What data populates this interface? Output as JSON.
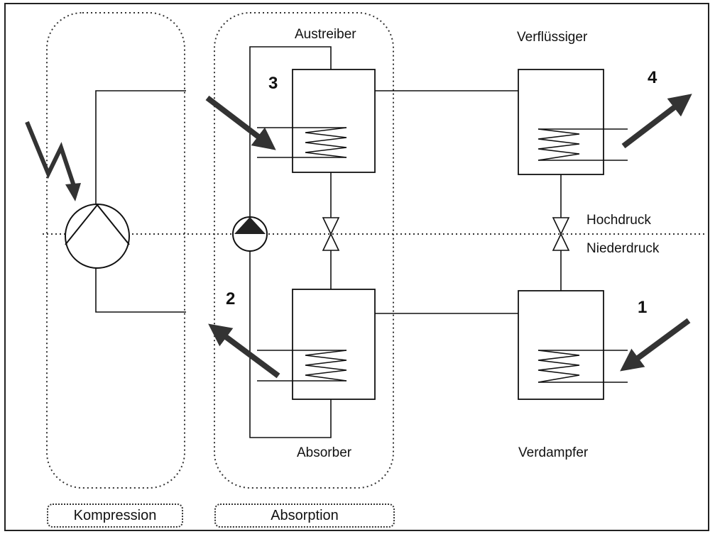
{
  "labels": {
    "austreiber": "Austreiber",
    "verfluessiger": "Verflüssiger",
    "absorber": "Absorber",
    "verdampfer": "Verdampfer",
    "hochdruck": "Hochdruck",
    "niederdruck": "Niederdruck"
  },
  "numbers": {
    "n1": "1",
    "n2": "2",
    "n3": "3",
    "n4": "4"
  },
  "groups": {
    "kompression": "Kompression",
    "absorption": "Absorption"
  },
  "colors": {
    "line": "#111111",
    "arrow": "#333333"
  }
}
